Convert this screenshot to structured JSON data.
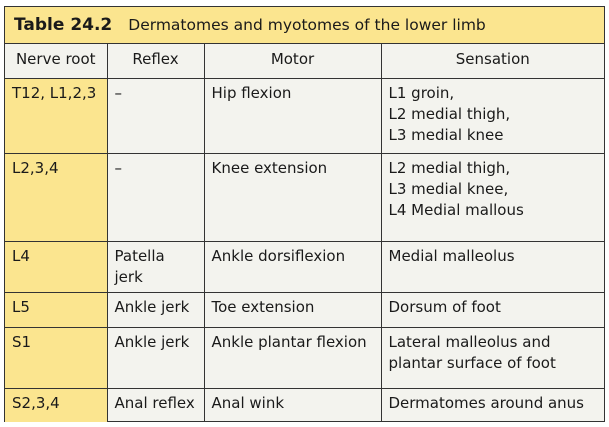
{
  "caption": {
    "number": "Table 24.2",
    "title": "Dermatomes and myotomes of the lower limb"
  },
  "colors": {
    "highlight": "#fbe58f",
    "cell_background": "#f3f3ee",
    "border": "#333333"
  },
  "headers": [
    "Nerve root",
    "Reflex",
    "Motor",
    "Sensation"
  ],
  "rows": [
    {
      "root": "T12, L1,2,3",
      "reflex": "–",
      "motor": "Hip flexion",
      "sensation": [
        "L1 groin,",
        "L2 medial thigh,",
        "L3 medial knee"
      ]
    },
    {
      "root": "L2,3,4",
      "reflex": "–",
      "motor": "Knee extension",
      "sensation": [
        "L2 medial thigh,",
        "L3 medial knee,",
        "L4 Medial mallous"
      ]
    },
    {
      "root": "L4",
      "reflex": "Patella jerk",
      "motor": "Ankle dorsiflexion",
      "sensation": [
        "Medial malleolus"
      ]
    },
    {
      "root": "L5",
      "reflex": "Ankle jerk",
      "motor": "Toe extension",
      "sensation": [
        "Dorsum of foot"
      ]
    },
    {
      "root": "S1",
      "reflex": "Ankle jerk",
      "motor": "Ankle plantar flexion",
      "sensation": [
        "Lateral malleolus and",
        "plantar surface of foot"
      ]
    },
    {
      "root": "S2,3,4",
      "reflex": "Anal reflex",
      "motor": "Anal wink",
      "sensation": [
        "Dermatomes around anus"
      ]
    }
  ]
}
